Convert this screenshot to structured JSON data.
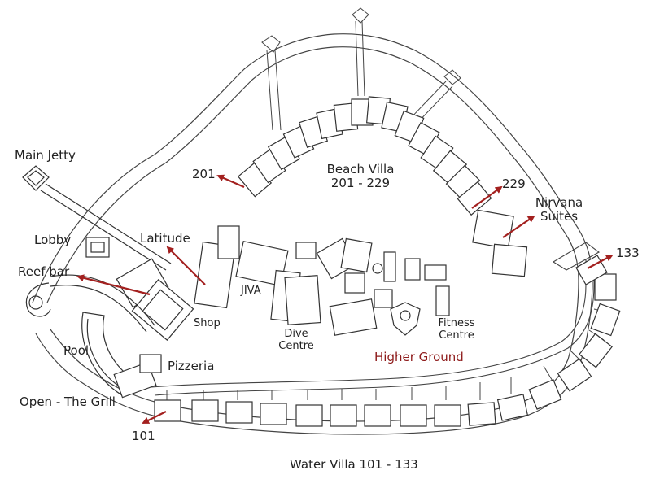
{
  "map": {
    "colors": {
      "arrow": "#a3201f",
      "highlight": "#8e1b1b",
      "line": "#333333",
      "ink": "#222222"
    },
    "labels": {
      "main_jetty": "Main Jetty",
      "lobby": "Lobby",
      "reef_bar": "Reef bar",
      "latitude": "Latitude",
      "pool": "Pool",
      "pizzeria": "Pizzeria",
      "open_grill": "Open - The Grill",
      "shop": "Shop",
      "jiva": "JIVA",
      "dive_centre_1": "Dive",
      "dive_centre_2": "Centre",
      "beach_villa_1": "Beach Villa",
      "beach_villa_2": "201 - 229",
      "nirvana_1": "Nirvana",
      "nirvana_2": "Suites",
      "fitness_1": "Fitness",
      "fitness_2": "Centre",
      "higher_ground": "Higher Ground",
      "water_villa": "Water Villa 101 - 133",
      "num_201": "201",
      "num_229": "229",
      "num_133": "133",
      "num_101": "101"
    }
  }
}
